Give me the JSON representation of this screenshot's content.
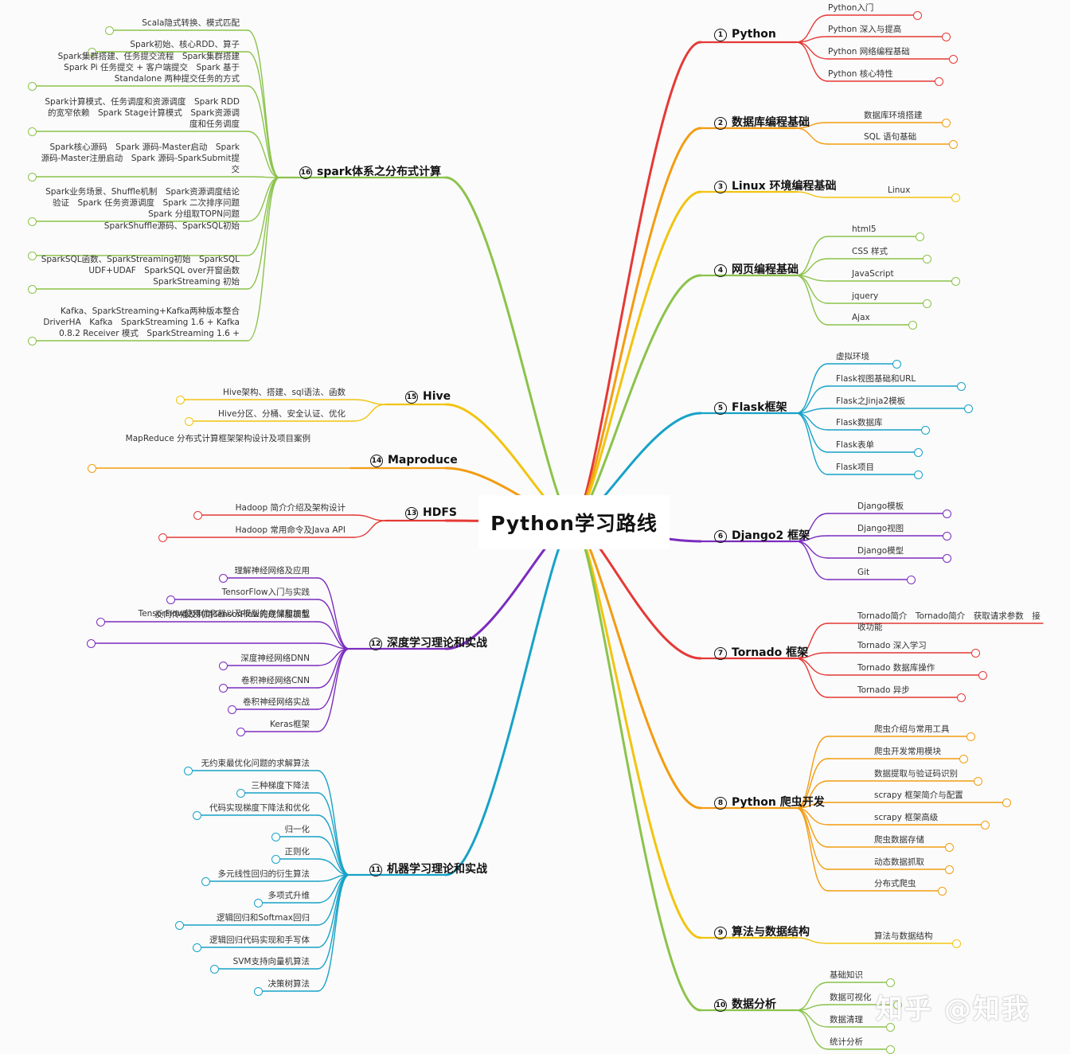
{
  "center_title": "Python学习路线",
  "watermark": "知乎 @知我",
  "right_branches": [
    {
      "id": "python",
      "num": "1",
      "label": "Python",
      "color": "#e53935",
      "items": [
        "Python入门",
        "Python 深入与提高",
        "Python 网络编程基础",
        "Python 核心特性"
      ]
    },
    {
      "id": "db",
      "num": "2",
      "label": "数据库编程基础",
      "color": "#f39c12",
      "items": [
        "数据库环境搭建",
        "SQL 语句基础"
      ]
    },
    {
      "id": "linux",
      "num": "3",
      "label": "Linux 环境编程基础",
      "color": "#f1c40f",
      "items": [
        "Linux"
      ]
    },
    {
      "id": "web",
      "num": "4",
      "label": "网页编程基础",
      "color": "#8bc34a",
      "items": [
        "html5",
        "CSS 样式",
        "JavaScript",
        "jquery",
        "Ajax"
      ]
    },
    {
      "id": "flask",
      "num": "5",
      "label": "Flask框架",
      "color": "#17a2c8",
      "items": [
        "虚拟环境",
        "Flask视图基础和URL",
        "Flask之Jinja2模板",
        "Flask数据库",
        "Flask表单",
        "Flask项目"
      ]
    },
    {
      "id": "django",
      "num": "6",
      "label": "Django2 框架",
      "color": "#7b2cbf",
      "items": [
        "Django模板",
        "Django视图",
        "Django模型",
        "Git"
      ]
    },
    {
      "id": "tornado",
      "num": "7",
      "label": "Tornado 框架",
      "color": "#e53935",
      "items": [
        "Tornado简介　Tornado简介　获取请求参数　接收功能",
        "Tornado 深入学习",
        "Tornado 数据库操作",
        "Tornado 异步"
      ]
    },
    {
      "id": "spider",
      "num": "8",
      "label": "Python 爬虫开发",
      "color": "#f39c12",
      "items": [
        "爬虫介绍与常用工具",
        "爬虫开发常用模块",
        "数据提取与验证码识别",
        "scrapy 框架简介与配置",
        "scrapy 框架高级",
        "爬虫数据存储",
        "动态数据抓取",
        "分布式爬虫"
      ]
    },
    {
      "id": "algo",
      "num": "9",
      "label": "算法与数据结构",
      "color": "#f1c40f",
      "items": [
        "算法与数据结构"
      ]
    },
    {
      "id": "analysis",
      "num": "10",
      "label": "数据分析",
      "color": "#8bc34a",
      "items": [
        "基础知识",
        "数据可视化",
        "数据清理",
        "统计分析"
      ]
    }
  ],
  "left_branches": [
    {
      "id": "spark",
      "num": "16",
      "label": "spark体系之分布式计算",
      "color": "#8bc34a",
      "items": [
        "Scala隐式转换、模式匹配",
        "Spark初始、核心RDD、算子",
        "Spark集群搭建、任务提交流程　Spark集群搭建　Spark Pi 任务提交 + 客户端提交　Spark 基于Standalone 两种提交任务的方式",
        "Spark计算模式、任务调度和资源调度　Spark RDD的宽窄依赖　Spark Stage计算模式　Spark资源调度和任务调度",
        "Spark核心源码　Spark 源码-Master启动　Spark 源码-Master注册启动　Spark 源码-SparkSubmit提交",
        "Spark业务场景、Shuffle机制　Spark资源调度结论验证　Spark 任务资源调度　Spark 二次排序问题　Spark 分组取TOPN问题",
        "SparkShuffle源码、SparkSQL初始",
        "SparkSQL函数、SparkStreaming初始　SparkSQL UDF+UDAF　SparkSQL over开窗函数　SparkStreaming 初始",
        "Kafka、SparkStreaming+Kafka两种版本整合　DriverHA　Kafka　SparkStreaming 1.6 + Kafka 0.8.2 Receiver 模式　SparkStreaming 1.6 +"
      ]
    },
    {
      "id": "hive",
      "num": "15",
      "label": "Hive",
      "color": "#f1c40f",
      "items": [
        "Hive架构、搭建、sql语法、函数",
        "Hive分区、分桶、安全认证、优化"
      ]
    },
    {
      "id": "mapreduce",
      "num": "14",
      "label": "Maproduce",
      "color": "#f39c12",
      "items": [
        "MapReduce 分布式计算框架架构设计及项目案例"
      ]
    },
    {
      "id": "hdfs",
      "num": "13",
      "label": "HDFS",
      "color": "#e53935",
      "items": [
        "Hadoop 简介介绍及架构设计",
        "Hadoop 常用命令及Java API"
      ]
    },
    {
      "id": "dl",
      "num": "12",
      "label": "深度学习理论和实战",
      "color": "#7b2cbf",
      "items": [
        "理解神经网络及应用",
        "TensorFlow入门与实践",
        "反向传播及利用TensorFlow完成深度模型",
        "TensorFlow使用优化器以及模型的存储和加载",
        "深度神经网络DNN",
        "卷积神经网络CNN",
        "卷积神经网络实战",
        "Keras框架"
      ]
    },
    {
      "id": "ml",
      "num": "11",
      "label": "机器学习理论和实战",
      "color": "#17a2c8",
      "items": [
        "无约束最优化问题的求解算法",
        "三种梯度下降法",
        "代码实现梯度下降法和优化",
        "归一化",
        "正则化",
        "多元线性回归的衍生算法",
        "多项式升维",
        "逻辑回归和Softmax回归",
        "逻辑回归代码实现和手写体",
        "SVM支持向量机算法",
        "决策树算法"
      ]
    }
  ]
}
